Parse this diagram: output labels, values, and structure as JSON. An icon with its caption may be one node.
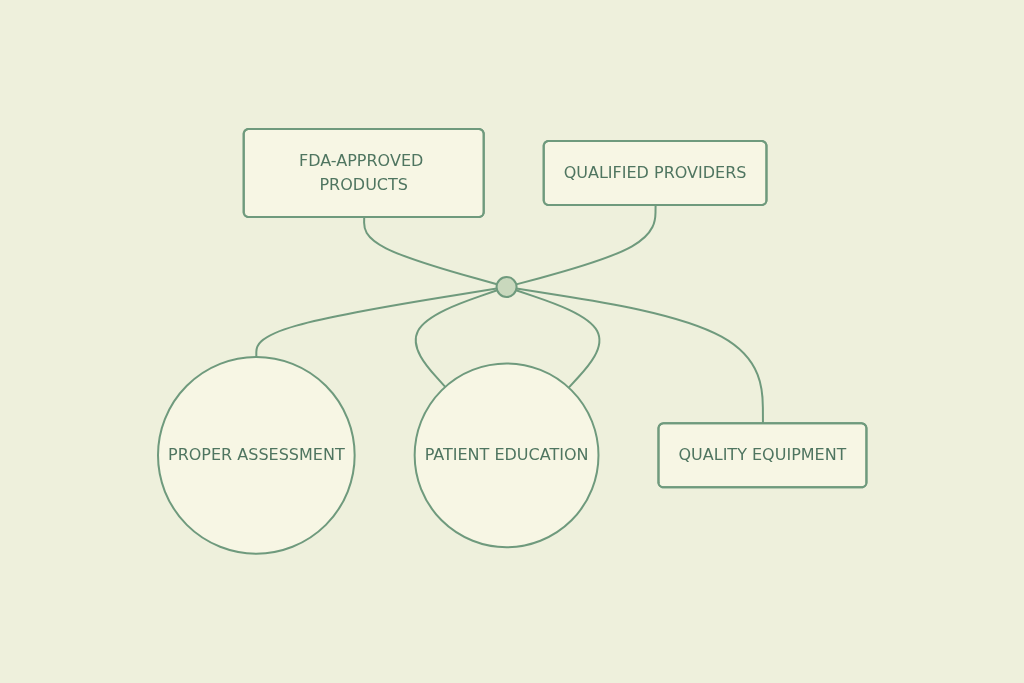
{
  "diagram": {
    "nodes": [
      {
        "text": [
          "FDA-APPROVED PRODUCTS"
        ]
      },
      {
        "text": [
          "QUALIFIED PROVIDERS"
        ]
      },
      {
        "text": [],
        "shape": "circle"
      },
      {
        "text": [
          "PROPER ASSESSMENT"
        ]
      },
      {
        "text": [
          "PATIENT EDUCATION"
        ]
      },
      {
        "text": [
          "QUALITY EQUIPMENT"
        ]
      }
    ],
    "edges": [
      {
        "from": 0,
        "to": 2,
        "arrow": "none"
      },
      {
        "from": 1,
        "to": 2,
        "arrow": "none"
      },
      {
        "from": 2,
        "to": 3,
        "arrow": "none"
      },
      {
        "from": 2,
        "to": 4,
        "arrow": "none"
      },
      {
        "from": 2,
        "to": 4,
        "arrow": "none"
      },
      {
        "from": 2,
        "to": 5,
        "arrow": "none"
      }
    ]
  }
}
